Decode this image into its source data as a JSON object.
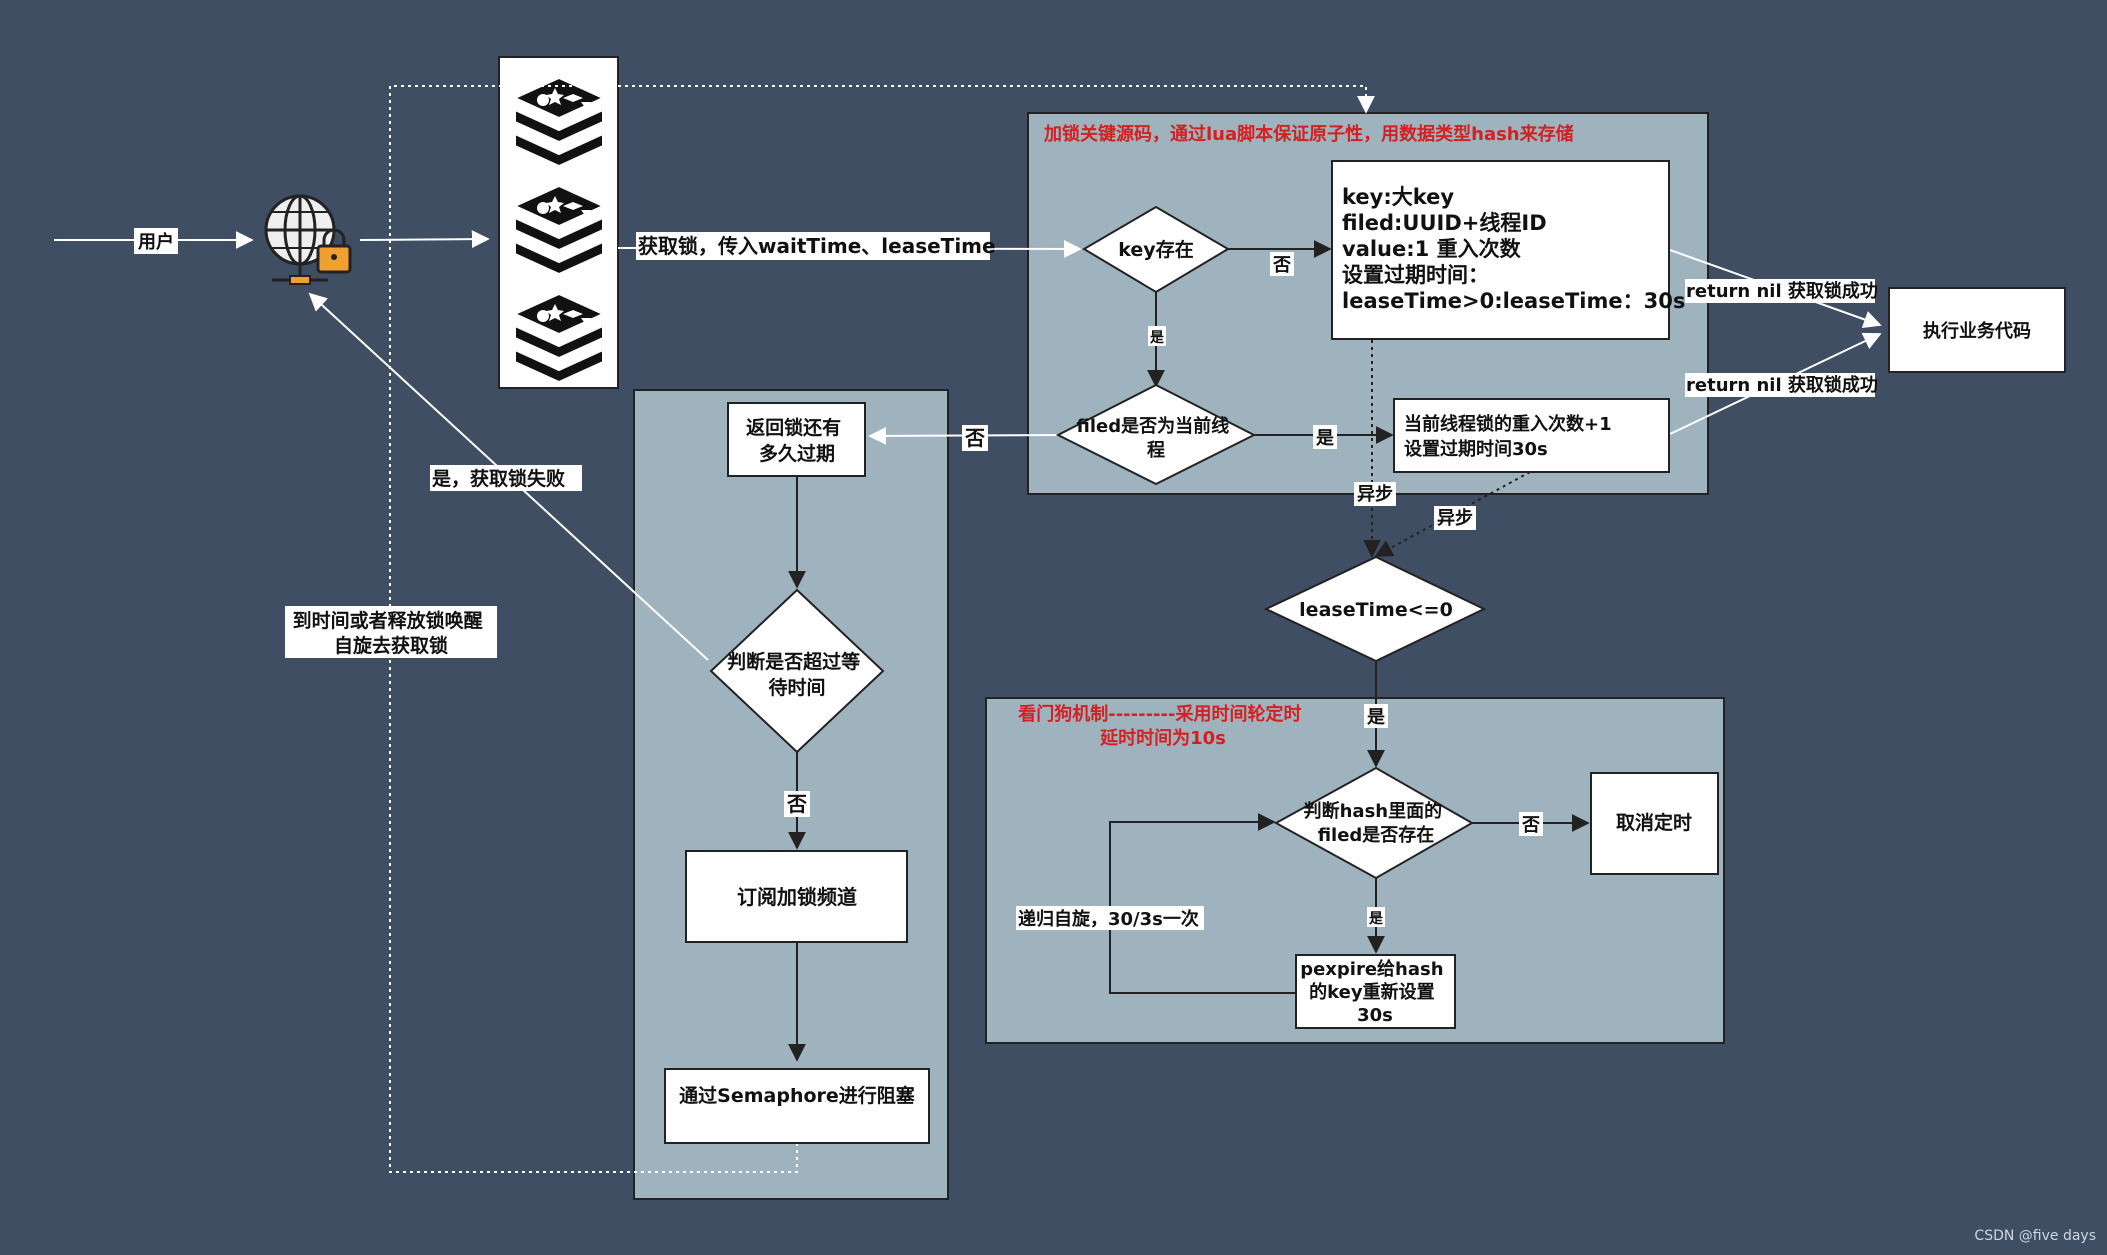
{
  "nodes": {
    "user": "用户",
    "acquire_edge": "获取锁，传入waitTime、leaseTime",
    "panel_title": "加锁关键源码，通过lua脚本保证原子性，用数据类型hash来存储",
    "key_exists": "key存在",
    "key_info_lines": [
      "key:大key",
      "filed:UUID+线程ID",
      "value:1  重入次数",
      "设置过期时间：",
      "leaseTime>0:leaseTime：30s"
    ],
    "field_current_lines": [
      "filed是否为当前线",
      "程"
    ],
    "reentry_lines": [
      "当前线程锁的重入次数+1",
      "设置过期时间30s"
    ],
    "return_ttl_lines": [
      "返回锁还有",
      "多久过期"
    ],
    "wait_check_lines": [
      "判断是否超过等",
      "待时间"
    ],
    "subscribe": "订阅加锁频道",
    "semaphore": "通过Semaphore进行阻塞",
    "execute": "执行业务代码",
    "lease_check": "leaseTime<=0",
    "watchdog_title_lines": [
      "看门狗机制---------采用时间轮定时",
      "延时时间为10s"
    ],
    "hash_check_lines": [
      "判断hash里面的",
      "filed是否存在"
    ],
    "pexpire_lines": [
      "pexpire给hash",
      "的key重新设置",
      "30s"
    ],
    "cancel_timer": "取消定时"
  },
  "labels": {
    "yes": "是",
    "no": "否",
    "async": "异步",
    "return_nil": "return nil 获取锁成功",
    "fail": "是，获取锁失败",
    "wake_lines": [
      "到时间或者释放锁唤醒",
      "自旋去获取锁"
    ],
    "spin": "递归自旋，30/3s一次"
  },
  "icons": [
    "globe-lock-icon",
    "redis-icon"
  ],
  "colors": {
    "background": "#3f4e63",
    "panel": "#9fb3bf",
    "accent_text": "#d42020",
    "lock": "#f0a030"
  },
  "watermark": "CSDN @five days"
}
